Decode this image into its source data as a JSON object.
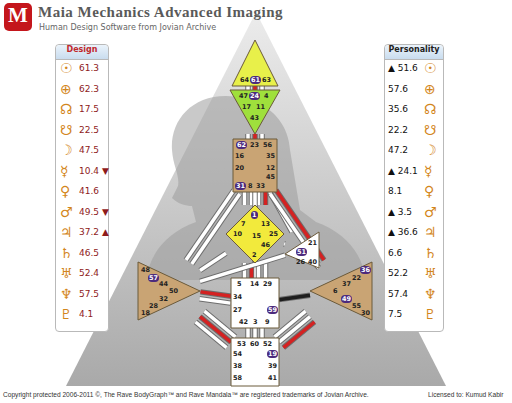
{
  "diagram": {
    "title": "Maia Mechanics Advanced Imaging",
    "nodes": [
      {
        "text": [
          "Design"
        ]
      },
      {
        "text": [
          "Personality"
        ]
      },
      {
        "text": [
          "64",
          "61",
          "63"
        ]
      },
      {
        "text": [
          "47",
          "24",
          "4",
          "17",
          "11",
          "43"
        ]
      },
      {
        "text": [
          "62",
          "23",
          "56",
          "16",
          "20",
          "31",
          "8",
          "33",
          "35",
          "12",
          "45"
        ]
      },
      {
        "text": [
          "1",
          "13",
          "7",
          "25",
          "10",
          "15",
          "46",
          "2"
        ]
      },
      {
        "text": [
          "21",
          "51",
          "26",
          "40"
        ]
      },
      {
        "text": [
          "48",
          "57",
          "44",
          "50",
          "32",
          "28",
          "18"
        ]
      },
      {
        "text": [
          "36",
          "22",
          "37",
          "6",
          "49",
          "55",
          "30"
        ]
      },
      {
        "text": [
          "5",
          "14",
          "29",
          "34",
          "27",
          "59",
          "42",
          "3",
          "9"
        ]
      },
      {
        "text": [
          "53",
          "60",
          "52",
          "54",
          "58",
          "19",
          "38",
          "39",
          "41"
        ]
      }
    ],
    "edges": [
      {
        "from": 2,
        "to": 3,
        "arrow": "none"
      },
      {
        "from": 2,
        "to": 3,
        "arrow": "none"
      },
      {
        "from": 2,
        "to": 3,
        "arrow": "none"
      },
      {
        "from": 3,
        "to": 4,
        "arrow": "none"
      },
      {
        "from": 3,
        "to": 4,
        "arrow": "none"
      },
      {
        "from": 3,
        "to": 4,
        "arrow": "none"
      },
      {
        "from": 4,
        "to": 5,
        "arrow": "none"
      },
      {
        "from": 4,
        "to": 5,
        "arrow": "none"
      },
      {
        "from": 4,
        "to": 5,
        "arrow": "none"
      },
      {
        "from": 4,
        "to": 5,
        "arrow": "none"
      },
      {
        "from": 4,
        "to": 7,
        "arrow": "none"
      },
      {
        "from": 4,
        "to": 7,
        "arrow": "none"
      },
      {
        "from": 4,
        "to": 6,
        "arrow": "none"
      },
      {
        "from": 4,
        "to": 8,
        "arrow": "none"
      },
      {
        "from": 4,
        "to": 8,
        "arrow": "none"
      },
      {
        "from": 4,
        "to": 9,
        "arrow": "none"
      },
      {
        "from": 5,
        "to": 6,
        "arrow": "none"
      },
      {
        "from": 5,
        "to": 9,
        "arrow": "none"
      },
      {
        "from": 5,
        "to": 9,
        "arrow": "none"
      },
      {
        "from": 5,
        "to": 9,
        "arrow": "none"
      },
      {
        "from": 5,
        "to": 9,
        "arrow": "none"
      },
      {
        "from": 5,
        "to": 7,
        "arrow": "none"
      },
      {
        "from": 6,
        "to": 7,
        "arrow": "none"
      },
      {
        "from": 6,
        "to": 8,
        "arrow": "none"
      },
      {
        "from": 7,
        "to": 9,
        "arrow": "none"
      },
      {
        "from": 7,
        "to": 9,
        "arrow": "none"
      },
      {
        "from": 9,
        "to": 8,
        "arrow": "none"
      },
      {
        "from": 7,
        "to": 10,
        "arrow": "none"
      },
      {
        "from": 7,
        "to": 10,
        "arrow": "none"
      },
      {
        "from": 7,
        "to": 10,
        "arrow": "none"
      },
      {
        "from": 9,
        "to": 10,
        "arrow": "none"
      },
      {
        "from": 9,
        "to": 10,
        "arrow": "none"
      },
      {
        "from": 9,
        "to": 10,
        "arrow": "none"
      },
      {
        "from": 8,
        "to": 10,
        "arrow": "none"
      },
      {
        "from": 8,
        "to": 10,
        "arrow": "none"
      },
      {
        "from": 8,
        "to": 10,
        "arrow": "none"
      }
    ],
    "labels": [
      "M",
      "Human Design Software from Jovian Archive",
      "☉",
      "61.3",
      "⊕",
      "62.3",
      "☊",
      "17.5",
      "☋",
      "22.5",
      "☽",
      "47.5",
      "☿",
      "10.4 ▼",
      "♀",
      "41.6",
      "♂",
      "49.5 ▼",
      "♃",
      "37.2 ▲",
      "♄",
      "46.5",
      "♅",
      "52.4",
      "♆",
      "57.5",
      "♇",
      "4.1",
      "▲ 51.6",
      "☉",
      "57.6",
      "⊕",
      "35.6",
      "☊",
      "22.2",
      "☋",
      "47.2",
      "☽",
      "▲ 24.1",
      "☿",
      "8.1",
      "♀",
      "▲ 3.5",
      "♂",
      "▲ 36.6",
      "♃",
      "6.6",
      "♄",
      "52.2",
      "♅",
      "57.4",
      "♆",
      "7.5",
      "♇",
      "Copyright protected 2006-2011 ©, The Rave BodyGraph™ and Rave Mandala™ are registered trademarks of Jovian Archive.",
      "Licensed to: Kumud Kabir"
    ]
  }
}
